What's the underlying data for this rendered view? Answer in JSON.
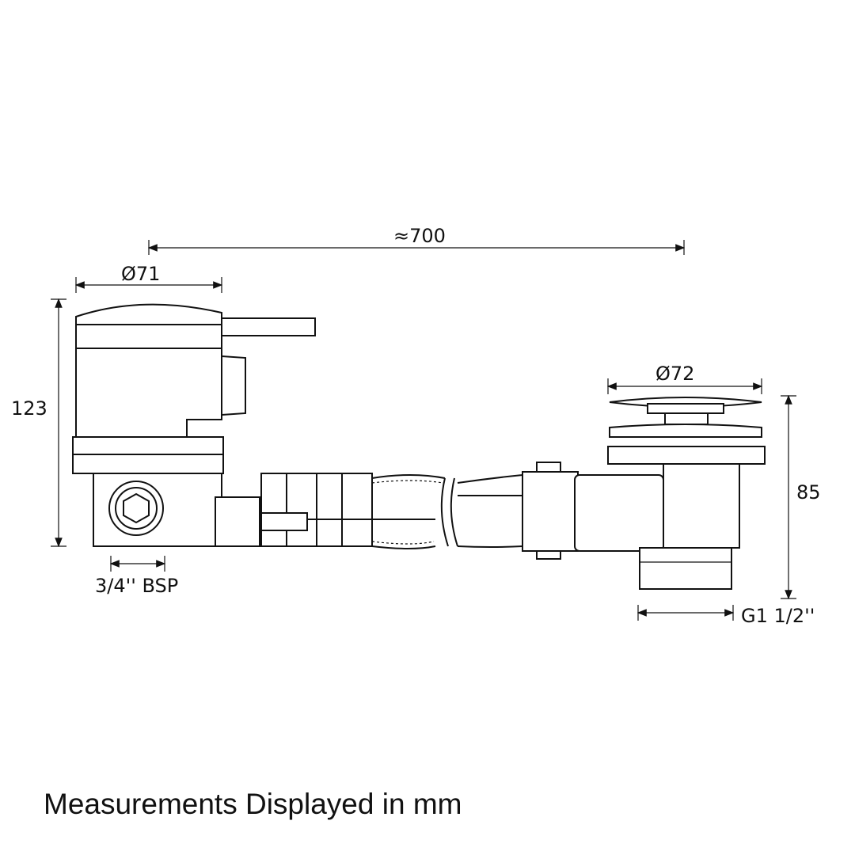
{
  "dimensions": {
    "overall_length": "≈700",
    "valve_diameter": "Ø71",
    "valve_height": "123",
    "waste_diameter": "Ø72",
    "waste_height": "85",
    "inlet_thread": "3/4'' BSP",
    "outlet_thread": "G1 1/2''"
  },
  "footer": "Measurements Displayed in mm"
}
